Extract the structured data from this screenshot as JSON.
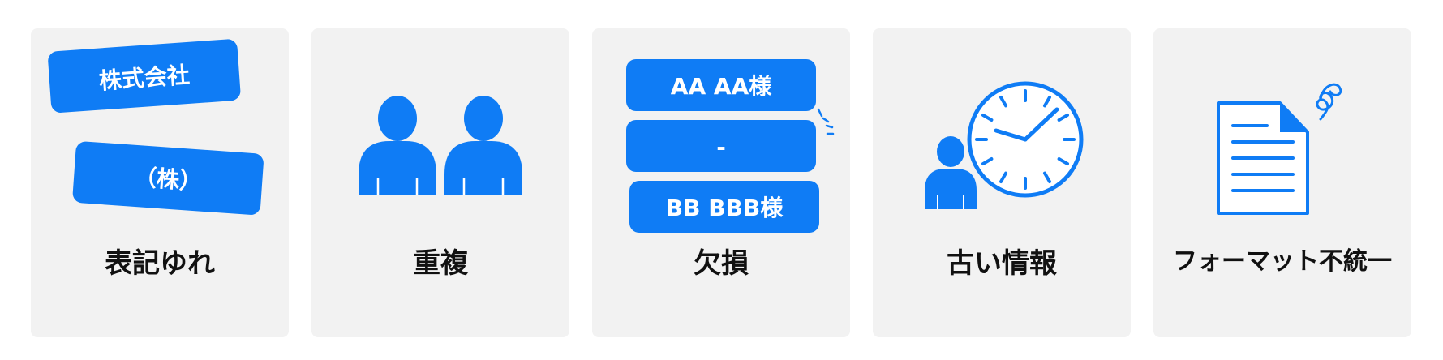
{
  "colors": {
    "accent": "#0f7cf5",
    "card_background": "#f2f2f2",
    "caption": "#111111"
  },
  "cards": [
    {
      "title": "表記ゆれ",
      "icon": "company-name-variant-tags",
      "labels": [
        "株式会社",
        "（株）"
      ]
    },
    {
      "title": "重複",
      "icon": "duplicate-people-icon"
    },
    {
      "title": "欠損",
      "icon": "missing-value-records",
      "labels": [
        "AA AA様",
        "-",
        "BB BBB様"
      ]
    },
    {
      "title": "古い情報",
      "icon": "person-clock-icon"
    },
    {
      "title": "フォーマット不統一",
      "icon": "confused-document-icon"
    }
  ]
}
